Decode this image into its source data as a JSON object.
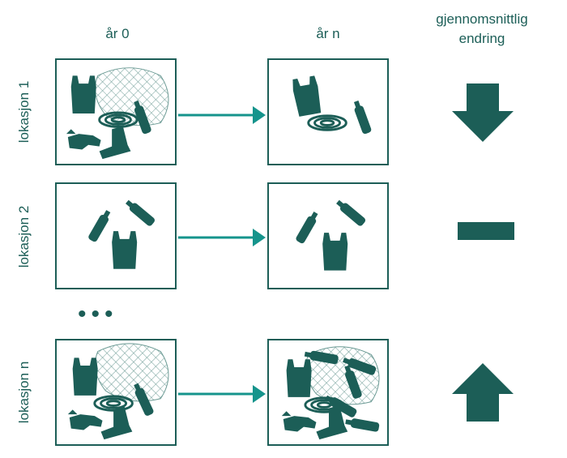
{
  "headers": {
    "year0": "år 0",
    "yearn": "år n",
    "change": "gjennomsnittlig\nendring"
  },
  "rows": [
    {
      "label": "lokasjon 1",
      "change": "decrease",
      "icon": "down-arrow-icon"
    },
    {
      "label": "lokasjon 2",
      "change": "no-change",
      "icon": "dash-icon"
    },
    {
      "label": "lokasjon n",
      "change": "increase",
      "icon": "up-arrow-icon"
    }
  ],
  "ellipsis": "•••",
  "colors": {
    "primary": "#1c5e57",
    "arrow": "#15948c"
  }
}
